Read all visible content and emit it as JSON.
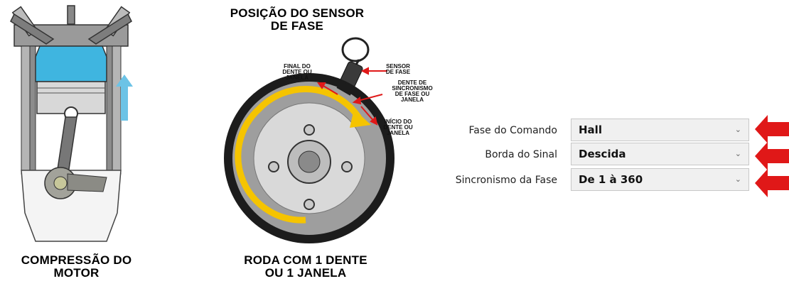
{
  "illustrations": {
    "engine_caption": "COMPRESSÃO DO\nMOTOR",
    "wheel_caption": "RODA COM 1 DENTE\nOU 1 JANELA",
    "sensor_position_title": "POSIÇÃO DO SENSOR\nDE FASE",
    "labels": {
      "end_of_tooth": "FINAL DO\nDENTE OU\nJANELA",
      "phase_sensor": "SENSOR\nDE FASE",
      "sync_tooth": "DENTE DE\nSINCRONISMO\nDE FASE OU\nJANELA",
      "start_of_tooth": "INÍCIO DO\nDENTE OU\nJANELA"
    }
  },
  "form": {
    "rows": [
      {
        "label": "Fase do Comando",
        "value": "Hall"
      },
      {
        "label": "Borda do Sinal",
        "value": "Descida"
      },
      {
        "label": "Sincronismo da Fase",
        "value": "De 1 à 360"
      }
    ]
  },
  "colors": {
    "compression_chamber": "#3fb5e0",
    "direction_arrow": "#6cc3e6",
    "wheel_arrow": "#f5c400",
    "callout_arrows": "#e01818",
    "select_bg": "#f0f0f0"
  },
  "icons": [
    "chevron-down-icon",
    "red-pointer-arrow-icon"
  ]
}
